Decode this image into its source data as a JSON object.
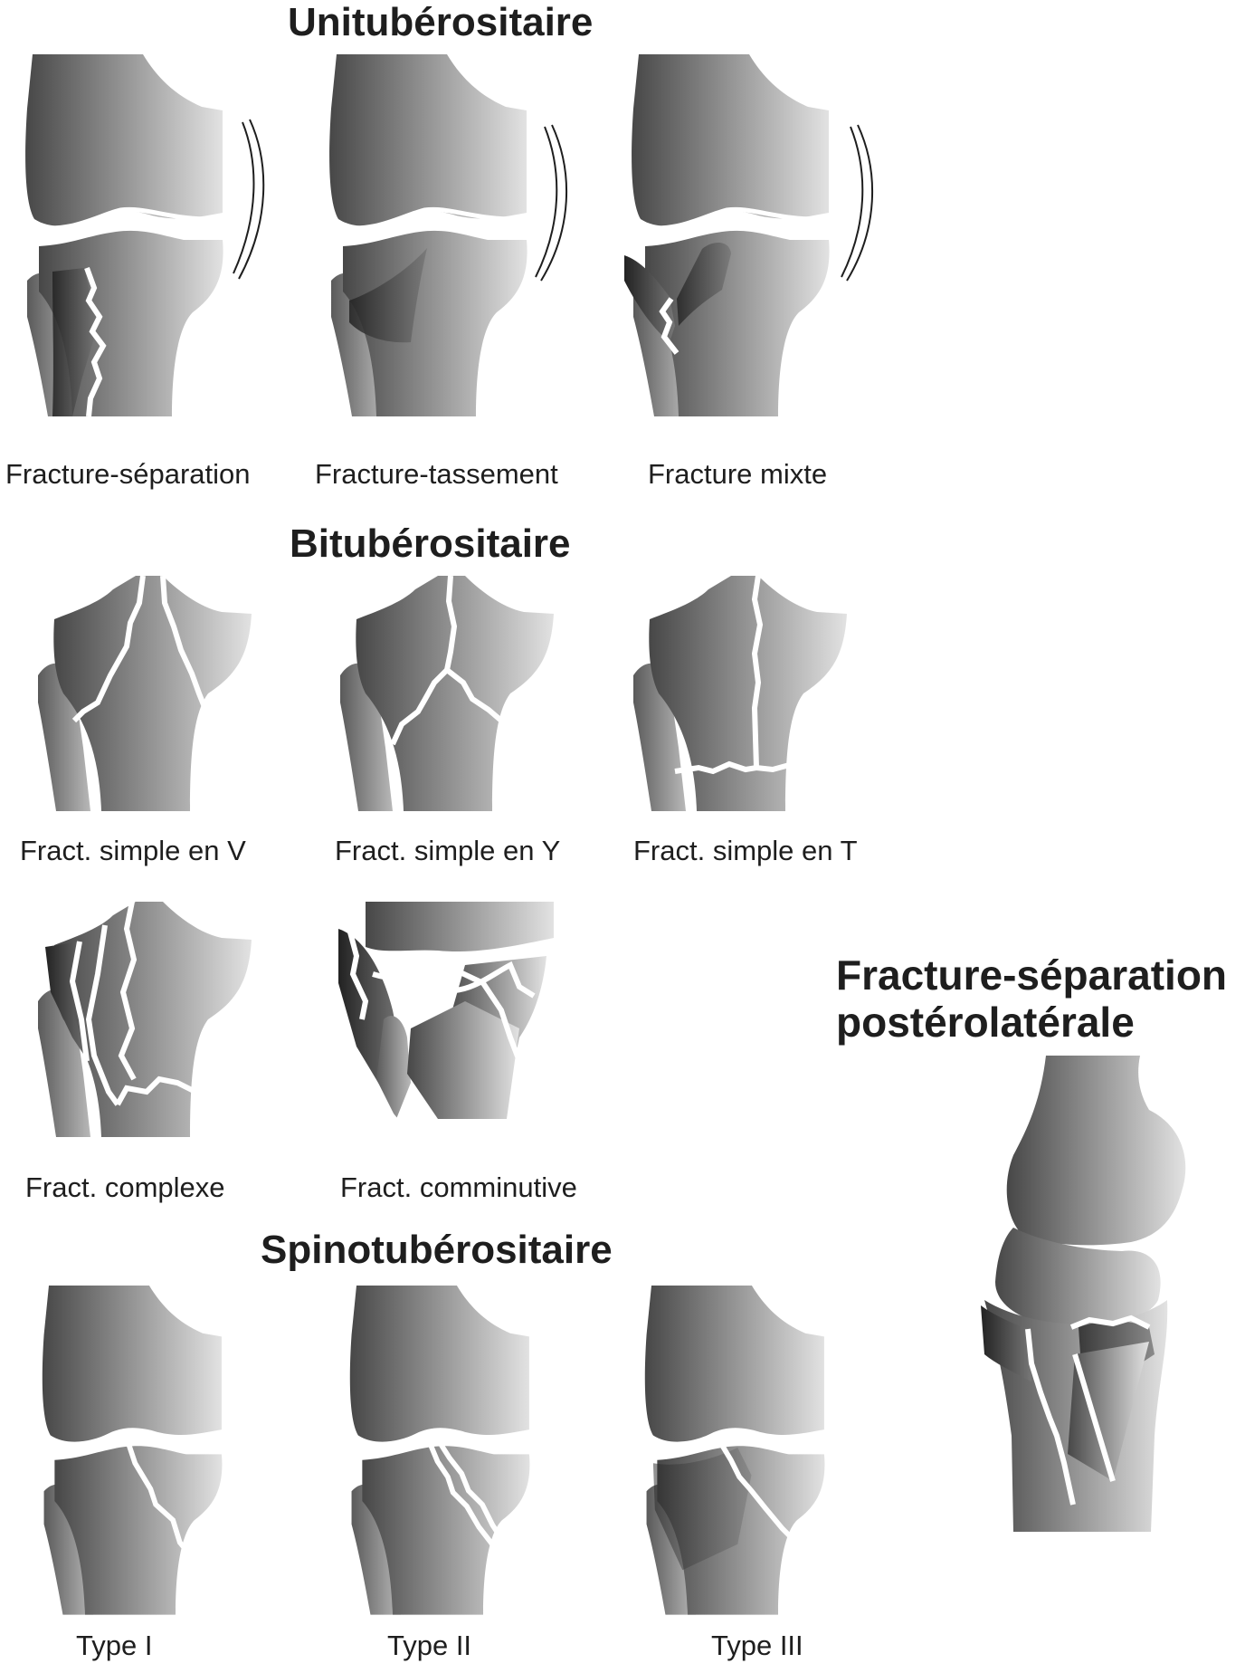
{
  "sections": {
    "unitub": {
      "title": "Unitubérositaire",
      "figures": [
        {
          "caption": "Fracture-séparation"
        },
        {
          "caption": "Fracture-tassement"
        },
        {
          "caption": "Fracture mixte"
        }
      ]
    },
    "bitub": {
      "title": "Bitubérositaire",
      "figures": [
        {
          "caption": "Fract. simple en V"
        },
        {
          "caption": "Fract. simple en Y"
        },
        {
          "caption": "Fract. simple en T"
        },
        {
          "caption": "Fract. complexe"
        },
        {
          "caption": "Fract. comminutive"
        }
      ]
    },
    "spino": {
      "title": "Spinotubérositaire",
      "figures": [
        {
          "caption": "Type I"
        },
        {
          "caption": "Type II"
        },
        {
          "caption": "Type III"
        }
      ]
    },
    "postero": {
      "title_line1": "Fracture-séparation",
      "title_line2": "postérolatérale"
    }
  },
  "colors": {
    "bone_dark": "#474747",
    "bone_light": "#e2e2e2",
    "outline": "#1e1e1e"
  }
}
